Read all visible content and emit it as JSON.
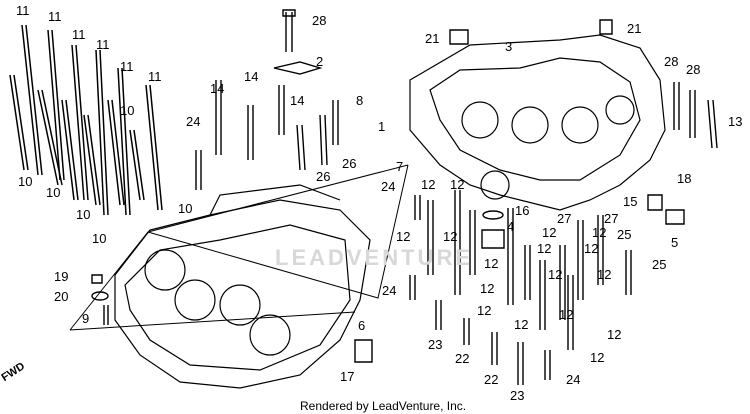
{
  "watermark": "LEADVENTURE",
  "credit": "Rendered by LeadVenture, Inc.",
  "direction": "FWD",
  "callouts": [
    {
      "id": "c11a",
      "text": "11"
    },
    {
      "id": "c11b",
      "text": "11"
    },
    {
      "id": "c11c",
      "text": "11"
    },
    {
      "id": "c11d",
      "text": "11"
    },
    {
      "id": "c11e",
      "text": "11"
    },
    {
      "id": "c11f",
      "text": "11"
    },
    {
      "id": "c28t",
      "text": "28"
    },
    {
      "id": "c2",
      "text": "2"
    },
    {
      "id": "c14a",
      "text": "14"
    },
    {
      "id": "c14b",
      "text": "14"
    },
    {
      "id": "c14c",
      "text": "14"
    },
    {
      "id": "c8",
      "text": "8"
    },
    {
      "id": "c24a",
      "text": "24"
    },
    {
      "id": "c1",
      "text": "1"
    },
    {
      "id": "c26a",
      "text": "26"
    },
    {
      "id": "c26b",
      "text": "26"
    },
    {
      "id": "c10a",
      "text": "10"
    },
    {
      "id": "c10b",
      "text": "10"
    },
    {
      "id": "c10c",
      "text": "10"
    },
    {
      "id": "c10d",
      "text": "10"
    },
    {
      "id": "c10e",
      "text": "10"
    },
    {
      "id": "c10f",
      "text": "10"
    },
    {
      "id": "c21a",
      "text": "21"
    },
    {
      "id": "c3",
      "text": "3"
    },
    {
      "id": "c21b",
      "text": "21"
    },
    {
      "id": "c28a",
      "text": "28"
    },
    {
      "id": "c28b",
      "text": "28"
    },
    {
      "id": "c13",
      "text": "13"
    },
    {
      "id": "c7",
      "text": "7"
    },
    {
      "id": "c24b",
      "text": "24"
    },
    {
      "id": "c12a",
      "text": "12"
    },
    {
      "id": "c12b",
      "text": "12"
    },
    {
      "id": "c16",
      "text": "16"
    },
    {
      "id": "c4",
      "text": "4"
    },
    {
      "id": "c18",
      "text": "18"
    },
    {
      "id": "c15",
      "text": "15"
    },
    {
      "id": "c27a",
      "text": "27"
    },
    {
      "id": "c27b",
      "text": "27"
    },
    {
      "id": "c12c",
      "text": "12"
    },
    {
      "id": "c12d",
      "text": "12"
    },
    {
      "id": "c12e",
      "text": "12"
    },
    {
      "id": "c12f",
      "text": "12"
    },
    {
      "id": "c25a",
      "text": "25"
    },
    {
      "id": "c5",
      "text": "5"
    },
    {
      "id": "c12g",
      "text": "12"
    },
    {
      "id": "c12h",
      "text": "12"
    },
    {
      "id": "c12i",
      "text": "12"
    },
    {
      "id": "c25b",
      "text": "25"
    },
    {
      "id": "c24c",
      "text": "24"
    },
    {
      "id": "c12j",
      "text": "12"
    },
    {
      "id": "c12k",
      "text": "12"
    },
    {
      "id": "c12l",
      "text": "12"
    },
    {
      "id": "c12m",
      "text": "12"
    },
    {
      "id": "c12n",
      "text": "12"
    },
    {
      "id": "c12o",
      "text": "12"
    },
    {
      "id": "c19",
      "text": "19"
    },
    {
      "id": "c20",
      "text": "20"
    },
    {
      "id": "c9",
      "text": "9"
    },
    {
      "id": "c23a",
      "text": "23"
    },
    {
      "id": "c22a",
      "text": "22"
    },
    {
      "id": "c12p",
      "text": "12"
    },
    {
      "id": "c12q",
      "text": "12"
    },
    {
      "id": "c6",
      "text": "6"
    },
    {
      "id": "c17",
      "text": "17"
    },
    {
      "id": "c22b",
      "text": "22"
    },
    {
      "id": "c23b",
      "text": "23"
    },
    {
      "id": "c24d",
      "text": "24"
    }
  ]
}
